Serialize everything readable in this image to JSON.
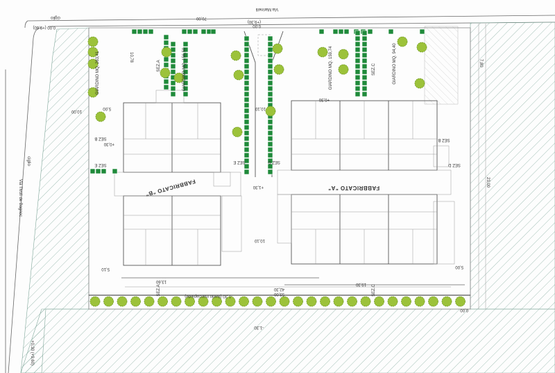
{
  "streets": {
    "top": "Via Marinelli",
    "left": "Via Tivoli de Bagnoc",
    "ciglio_top": "ciglio",
    "ciglio_left": "ciglio"
  },
  "gardens": [
    {
      "label": "GIARDINO MQ. 263,41"
    },
    {
      "label": "GIARDINO MQ. 156,50"
    },
    {
      "label": "GIARDINO MQ. 159,74"
    },
    {
      "label": "GIARDINO MQ. 94,40"
    }
  ],
  "buildings": {
    "b": "FABBRICATO \"B\"",
    "a": "FABBRICATO \"A\""
  },
  "sections": [
    "SEZ.A",
    "SEZ.C",
    "SEZ B",
    "SEZ E",
    "SEZ E",
    "SEZ D",
    "SEZ D",
    "SEZ B",
    "SEZ.A",
    "SEZ.C"
  ],
  "dimensions": {
    "top_length": "70,00",
    "top_level": "0,00",
    "top_level_ref": "(+9,30)",
    "corner_level": "0,00 (+9,60)",
    "garden_depth": "10,78",
    "left_setback": "10,00",
    "left_gap": "5,00",
    "left_bottom": "5,10",
    "b_width": "13,60",
    "a_width": "19,30",
    "total_1": "42,30",
    "total_2": "53,00",
    "central": "10,10",
    "central_top": "10,10",
    "right_gap": "5,00",
    "right_depth": "7,80",
    "right_total": "23,00",
    "level_1": "+1,30",
    "level_2": "+0,30",
    "level_3": "+0,30",
    "bottom_left_level": "+0,30 (+9,60)",
    "bottom_right_level": "-1,30",
    "corner_right": "0,00",
    "road_note": "-1,30 (livello marciapiede)"
  },
  "colors": {
    "hedge": "#1f8a3a",
    "tree": "#9cc23a",
    "hatch": "#7fa79a"
  }
}
